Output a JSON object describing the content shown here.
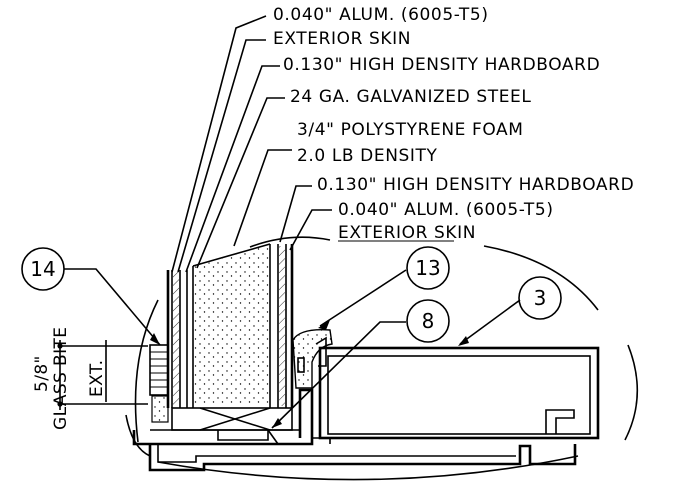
{
  "callouts": {
    "alum_top_line1": "0.040\" ALUM. (6005-T5)",
    "alum_top_line2": "EXTERIOR SKIN",
    "hardboard_top": "0.130\" HIGH DENSITY HARDBOARD",
    "galvanized": "24 GA. GALVANIZED STEEL",
    "foam_line1": "3/4\" POLYSTYRENE FOAM",
    "foam_line2": "2.0 LB DENSITY",
    "hardboard_bottom": "0.130\" HIGH DENSITY HARDBOARD",
    "alum_bottom_line1": "0.040\" ALUM. (6005-T5)",
    "alum_bottom_line2": "EXTERIOR SKIN"
  },
  "bubbles": {
    "b14": "14",
    "b13": "13",
    "b8": "8",
    "b3": "3"
  },
  "dimension": {
    "value": "5/8\"",
    "label": "GLASS BITE",
    "ext": "EXT."
  }
}
